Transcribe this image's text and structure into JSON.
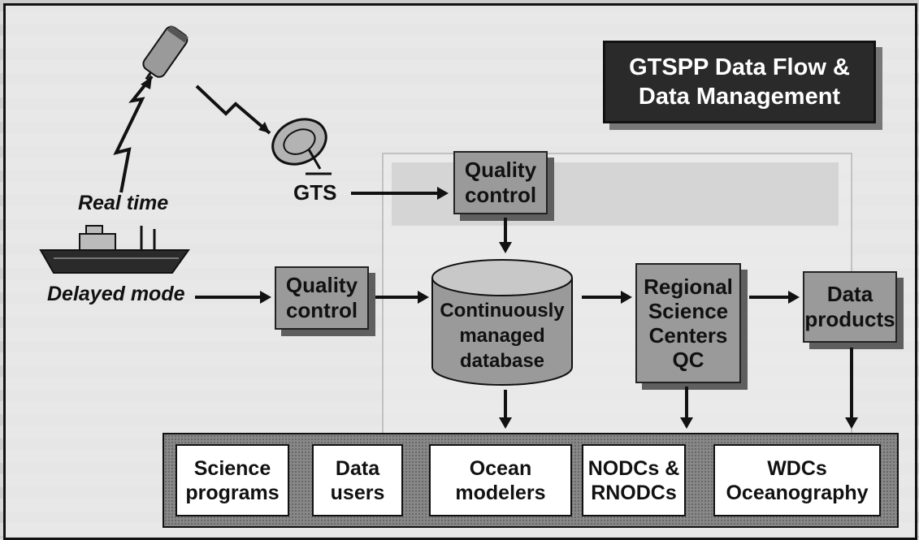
{
  "title": {
    "line1": "GTSPP Data Flow &",
    "line2": "Data Management"
  },
  "labels": {
    "gts": "GTS",
    "real_time": "Real time",
    "delayed_mode": "Delayed mode"
  },
  "boxes": {
    "qc_top": {
      "line1": "Quality",
      "line2": "control"
    },
    "qc_delayed": {
      "line1": "Quality",
      "line2": "control"
    },
    "database": {
      "line1": "Continuously",
      "line2": "managed",
      "line3": "database"
    },
    "rsc": {
      "line1": "Regional",
      "line2": "Science",
      "line3": "Centers",
      "line4": "QC"
    },
    "data_products": {
      "line1": "Data",
      "line2": "products"
    }
  },
  "users": [
    {
      "line1": "Science",
      "line2": "programs"
    },
    {
      "line1": "Data",
      "line2": "users"
    },
    {
      "line1": "Ocean",
      "line2": "modelers"
    },
    {
      "line1": "NODCs &",
      "line2": "RNODCs"
    },
    {
      "line1": "WDCs",
      "line2": "Oceanography"
    }
  ],
  "colors": {
    "box_fill": "#9a9a9a",
    "title_fill": "#2a2a2a",
    "band_fill": "#888888"
  }
}
